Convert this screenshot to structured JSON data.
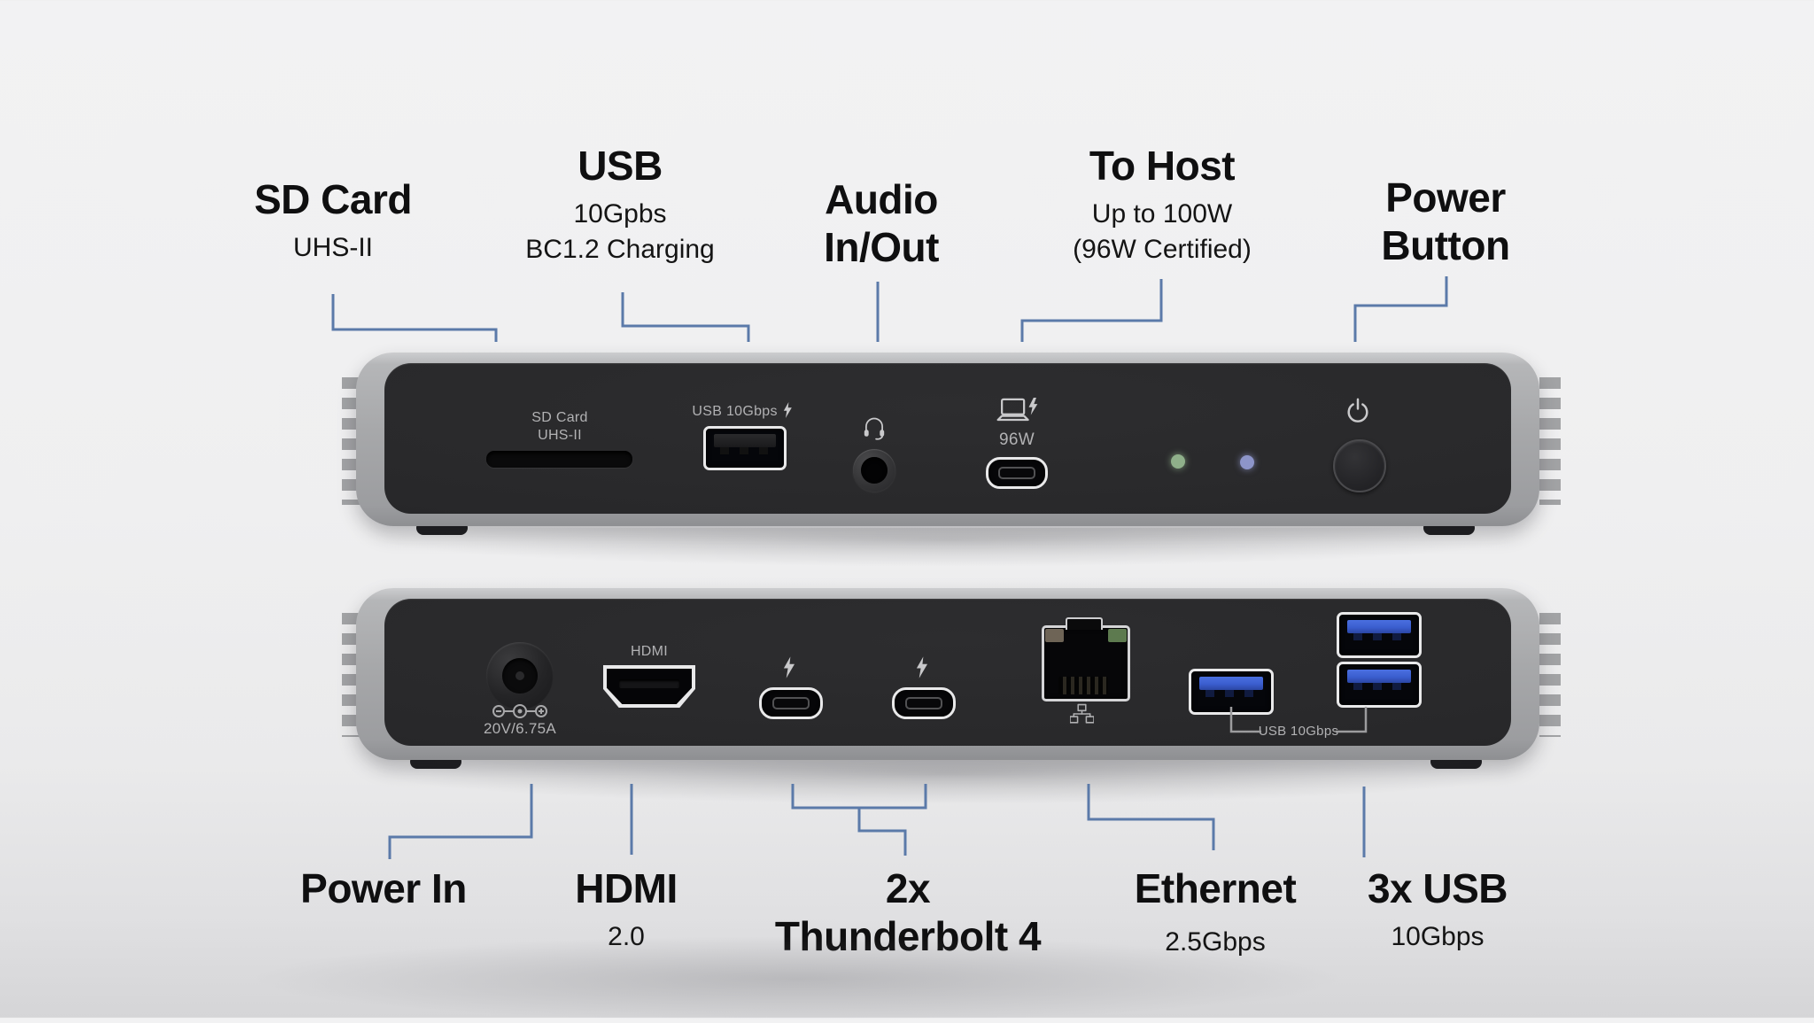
{
  "colors": {
    "callout_line": "#5b7aa9",
    "label_text": "#0f0f10",
    "port_text": "#b2b2b4",
    "device_silver": "#a7a8aa",
    "device_face": "#28282a",
    "usb_blue": "#3b5ecf",
    "led_green": "#8fb08a",
    "led_purple": "#8d95c9"
  },
  "front_view": {
    "callouts": [
      {
        "title": "SD Card",
        "line2": "UHS-II"
      },
      {
        "title": "USB",
        "line2": "10Gpbs",
        "line3": "BC1.2 Charging"
      },
      {
        "title": "Audio",
        "title2": "In/Out"
      },
      {
        "title": "To Host",
        "line2": "Up to 100W",
        "line3": "(96W Certified)"
      },
      {
        "title": "Power",
        "title2": "Button"
      }
    ],
    "panel_text": {
      "sd_line1": "SD Card",
      "sd_line2": "UHS-II",
      "usb_port": "USB 10Gbps",
      "host_wattage": "96W"
    }
  },
  "rear_view": {
    "callouts": [
      {
        "title": "Power In"
      },
      {
        "title": "HDMI",
        "line2": "2.0"
      },
      {
        "title": "2x",
        "title2": "Thunderbolt 4"
      },
      {
        "title": "Ethernet",
        "line2": "2.5Gbps"
      },
      {
        "title": "3x USB",
        "line2": "10Gbps"
      }
    ],
    "panel_text": {
      "hdmi": "HDMI",
      "power_rating": "20V/6.75A",
      "usb_group": "USB 10Gbps"
    }
  },
  "icons": {
    "bolt-icon": "lightning bolt",
    "headset-icon": "headset with mic",
    "laptop-charging-icon": "laptop with bolt",
    "power-icon": "power symbol",
    "polarity-icon": "center-positive DC polarity",
    "network-icon": "ethernet nodes"
  }
}
